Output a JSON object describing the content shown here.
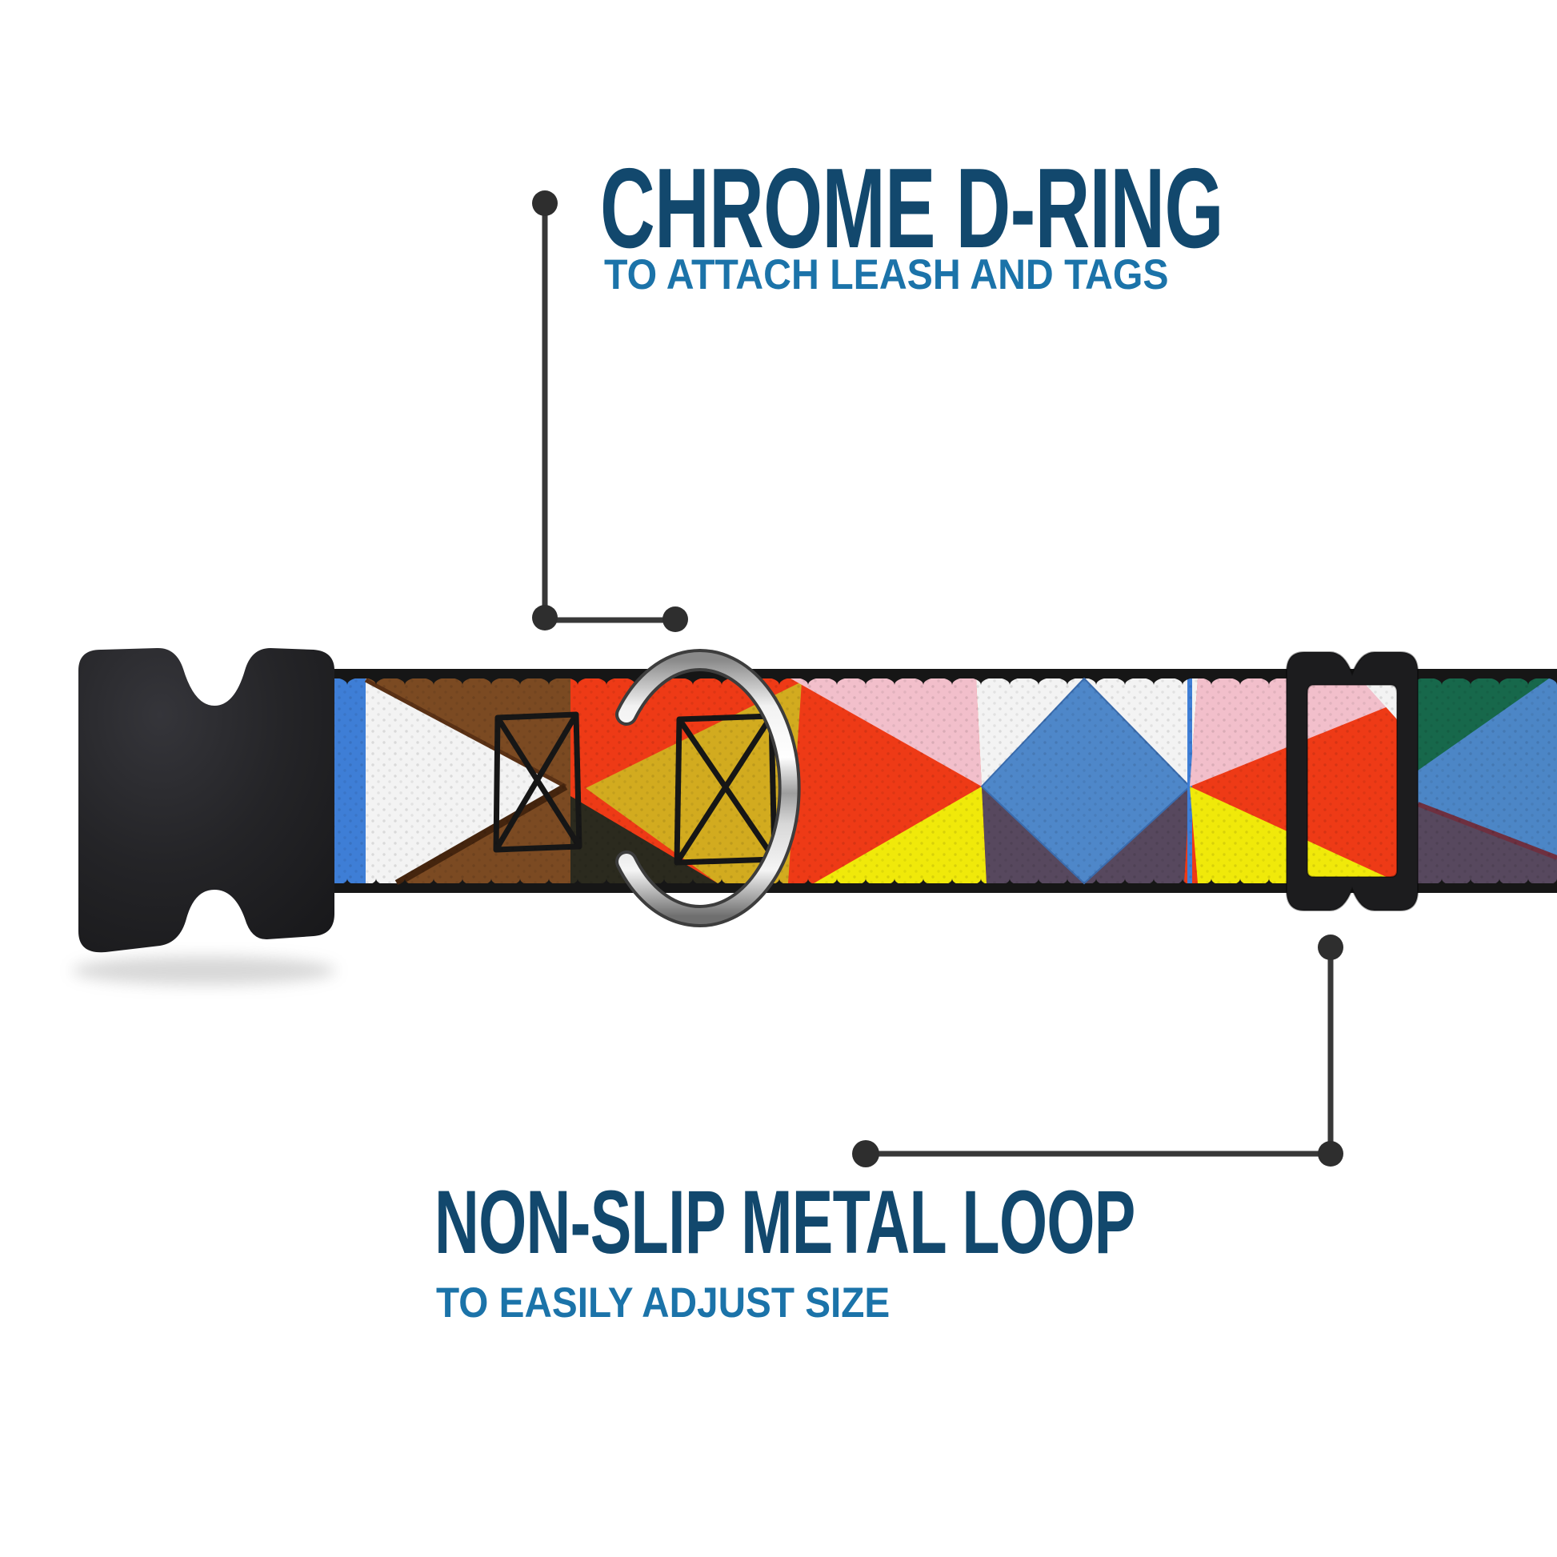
{
  "callouts": {
    "d_ring": {
      "title": "CHROME D-RING",
      "subtitle": "TO ATTACH LEASH AND TAGS"
    },
    "metal_loop": {
      "title": "NON-SLIP METAL LOOP",
      "subtitle": "TO EASILY ADJUST SIZE"
    }
  },
  "colors": {
    "background": "#FFFFFF",
    "title_text": "#12486D",
    "subtitle_text": "#1B73A9",
    "callout_line": "#383838",
    "callout_dot": "#2E2E2E",
    "buckle_black": "#1E1E20",
    "slider_black": "#1C1C1E",
    "chrome_ring": "#D9D9D9",
    "webbing_edge": "#161616",
    "pattern_blue_stripe": "#3E7ED6",
    "pattern_white": "#F3F3F3",
    "pattern_brown": "#7B4A22",
    "pattern_dark_brown": "#45250E",
    "pattern_red": "#EE3A16",
    "pattern_goldenrod": "#D2AB1F",
    "pattern_lemon": "#F0E90A",
    "pattern_black_olive": "#2B2A1E",
    "pattern_pink": "#F2BFCB",
    "pattern_sky_blue": "#4E87C9",
    "pattern_purple": "#57485E",
    "pattern_green": "#17684B"
  }
}
